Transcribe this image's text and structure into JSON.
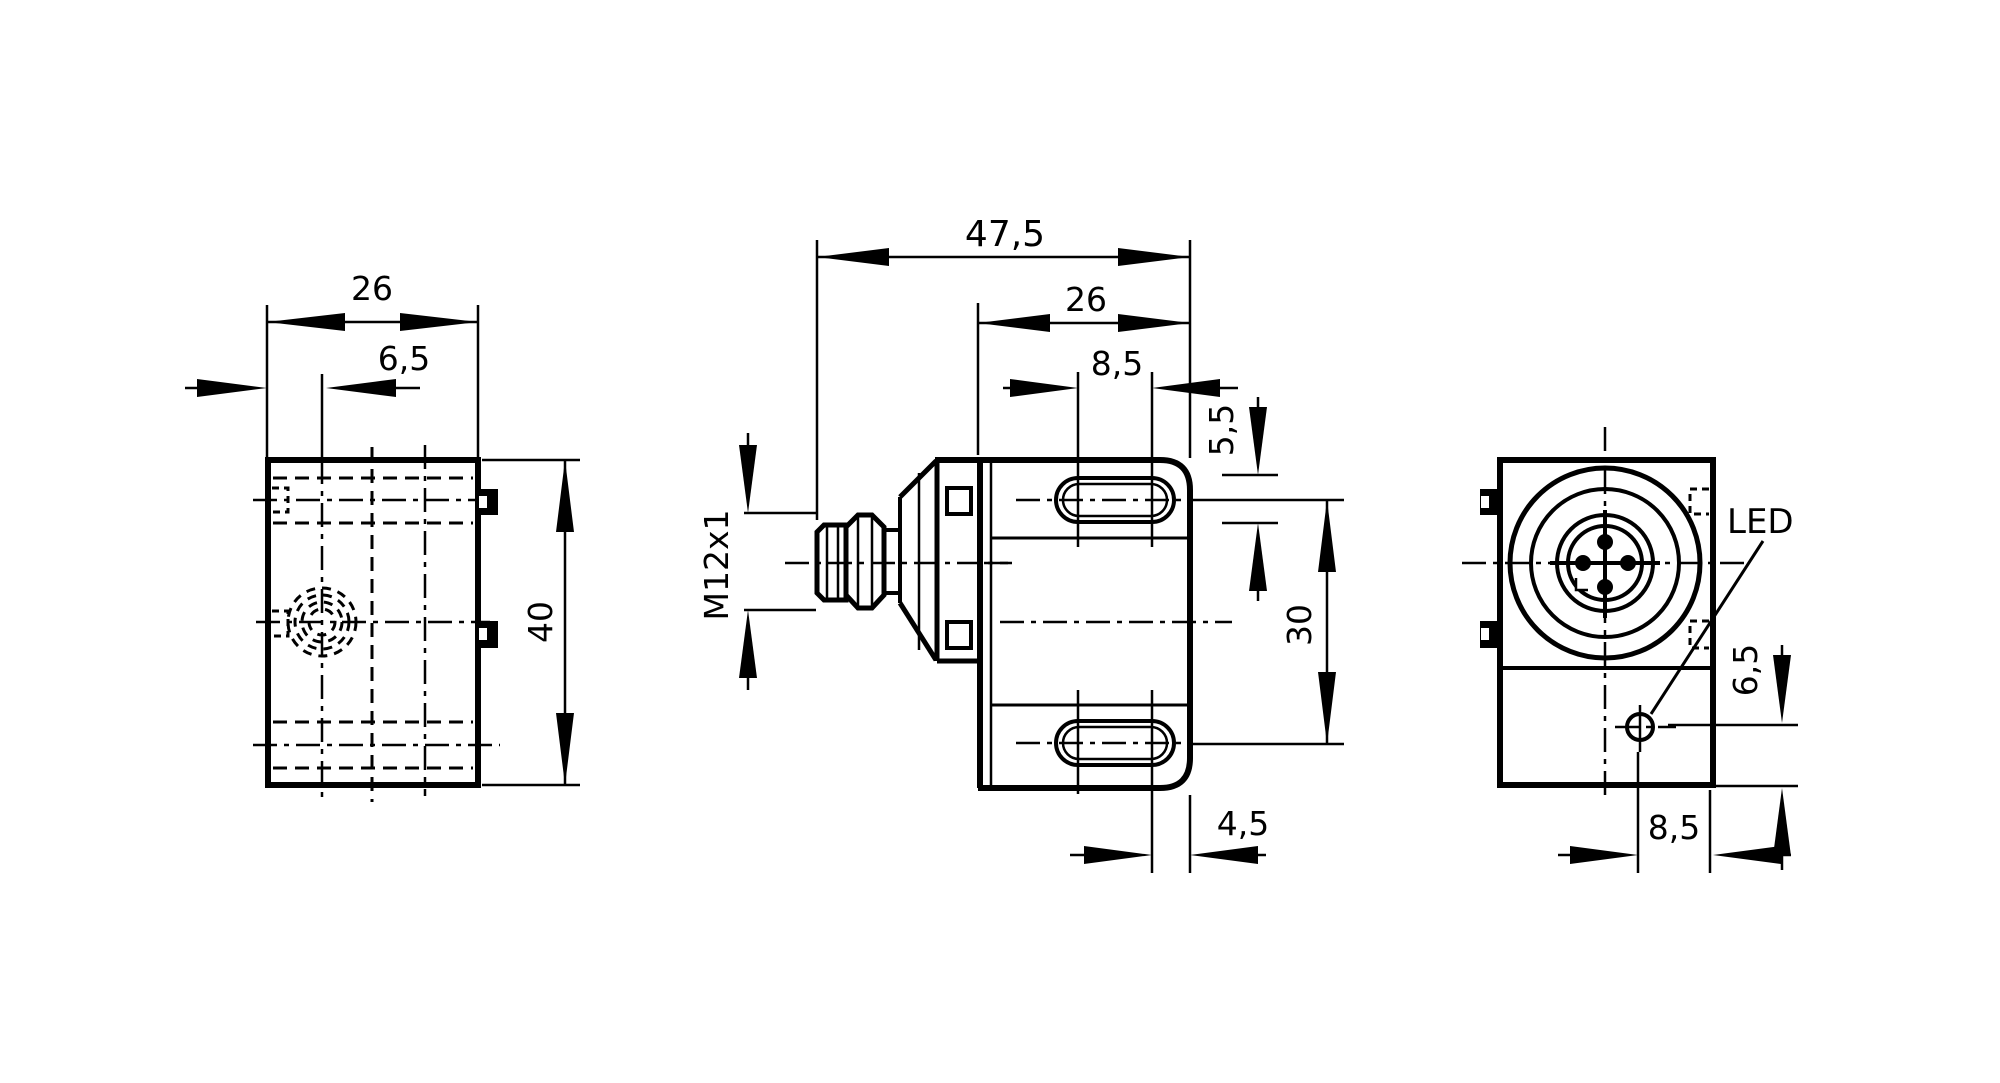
{
  "drawing": {
    "type": "technical-dimension-drawing",
    "views": [
      "front-view",
      "side-view-with-bracket",
      "rear-view"
    ],
    "colors": {
      "line": "#000000",
      "background": "#ffffff"
    },
    "labels": {
      "front_width": "26",
      "front_hole_offset": "6,5",
      "front_height": "40",
      "side_total_width": "47,5",
      "side_body_width": "26",
      "side_slot_spacing": "8,5",
      "side_slot_width": "5,5",
      "side_slot_distance": "30",
      "side_edge_distance": "4,5",
      "connector_thread": "M12x1",
      "led_label": "LED",
      "rear_led_offset_vertical": "6,5",
      "rear_led_offset_horizontal": "8,5"
    }
  }
}
